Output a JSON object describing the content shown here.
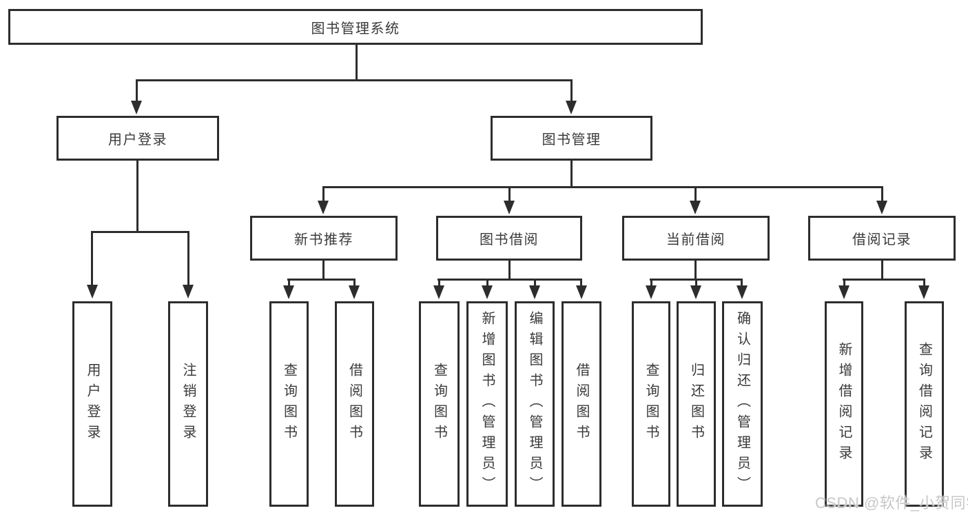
{
  "tree": {
    "label": "图书管理系统",
    "children": [
      {
        "label": "用户登录",
        "children": [
          {
            "label": "用户登录"
          },
          {
            "label": "注销登录"
          }
        ]
      },
      {
        "label": "图书管理",
        "children": [
          {
            "label": "新书推荐",
            "children": [
              {
                "label": "查询图书"
              },
              {
                "label": "借阅图书"
              }
            ]
          },
          {
            "label": "图书借阅",
            "children": [
              {
                "label": "查询图书"
              },
              {
                "label": "新增图书（管理员）"
              },
              {
                "label": "编辑图书（管理员）"
              },
              {
                "label": "借阅图书"
              }
            ]
          },
          {
            "label": "当前借阅",
            "children": [
              {
                "label": "查询图书"
              },
              {
                "label": "归还图书"
              },
              {
                "label": "确认归还（管理员）"
              }
            ]
          },
          {
            "label": "借阅记录",
            "children": [
              {
                "label": "新增借阅记录"
              },
              {
                "label": "查询借阅记录"
              }
            ]
          }
        ]
      }
    ]
  },
  "watermark": {
    "text": "CSDN @软件_小贺同学"
  },
  "colors": {
    "line": "#2d2d2d",
    "text": "#3a3a3a",
    "background": "#ffffff",
    "watermark": "#c7c7c7"
  }
}
